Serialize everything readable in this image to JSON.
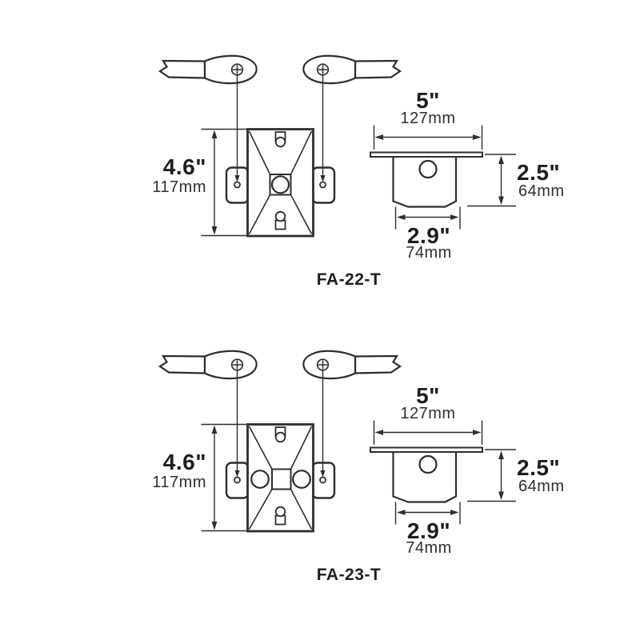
{
  "colors": {
    "background": "#ffffff",
    "line": "#2d2d2d",
    "text": "#1e1e1e"
  },
  "diagrams": [
    {
      "model": "FA-22-T",
      "front_view": {
        "height_in": "4.6\"",
        "height_mm": "117mm"
      },
      "side_view": {
        "width_in": "5\"",
        "width_mm": "127mm",
        "depth_in": "2.5\"",
        "depth_mm": "64mm",
        "bottom_width_in": "2.9\"",
        "bottom_width_mm": "74mm"
      }
    },
    {
      "model": "FA-23-T",
      "front_view": {
        "height_in": "4.6\"",
        "height_mm": "117mm"
      },
      "side_view": {
        "width_in": "5\"",
        "width_mm": "127mm",
        "depth_in": "2.5\"",
        "depth_mm": "64mm",
        "bottom_width_in": "2.9\"",
        "bottom_width_mm": "74mm"
      }
    }
  ]
}
